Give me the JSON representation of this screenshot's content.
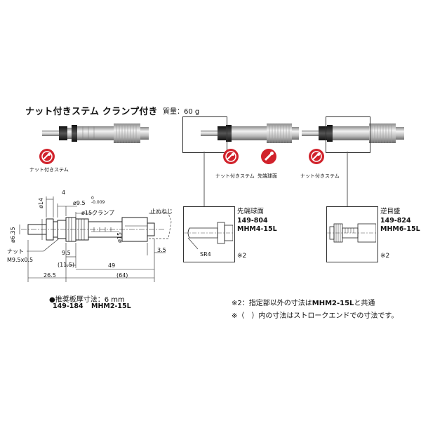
{
  "title": "ナット付きステム クランプ付き",
  "mass": "質量：60 g",
  "icons": {
    "icon1": "ナット付きステム",
    "icon2": "ナット付きステム",
    "icon3": "先端球面",
    "icon4": "ナット付きステム"
  },
  "drawing": {
    "dim_4": "4",
    "dim_phi9_5": "ø9.5",
    "dim_phi9_5_tol": "0\n-0.009",
    "dim_phi15_clamp": "ø15クランプ",
    "dim_phi14": "ø14",
    "dim_phi6_35": "ø6.35",
    "dim_phi15": "ø15",
    "stop_screw": "止めねじ",
    "nut": "ナット",
    "nut_thread": "M9.5x0.5",
    "dim_9_5": "9.5",
    "dim_11_5": "(11.5)",
    "dim_26_5": "26.5",
    "dim_49": "49",
    "dim_64": "(64)",
    "dim_3_5": "3.5"
  },
  "recommended": {
    "line1": "●推奨板厚寸法：6 mm",
    "code": "149-184",
    "model": "MHM2-15L"
  },
  "variant1": {
    "name": "先端球面",
    "code": "149-804",
    "model": "MHM4-15L",
    "sr": "SR4",
    "note": "※2"
  },
  "variant2": {
    "name": "逆目盛",
    "code": "149-824",
    "model": "MHM6-15L",
    "note": "※2"
  },
  "notes": {
    "n1_pre": "※2：指定部以外の寸法は",
    "n1_bold": "MHM2-15L",
    "n1_post": "と共通",
    "n2": "※（　）内の寸法はストロークエンドでの寸法です。"
  }
}
